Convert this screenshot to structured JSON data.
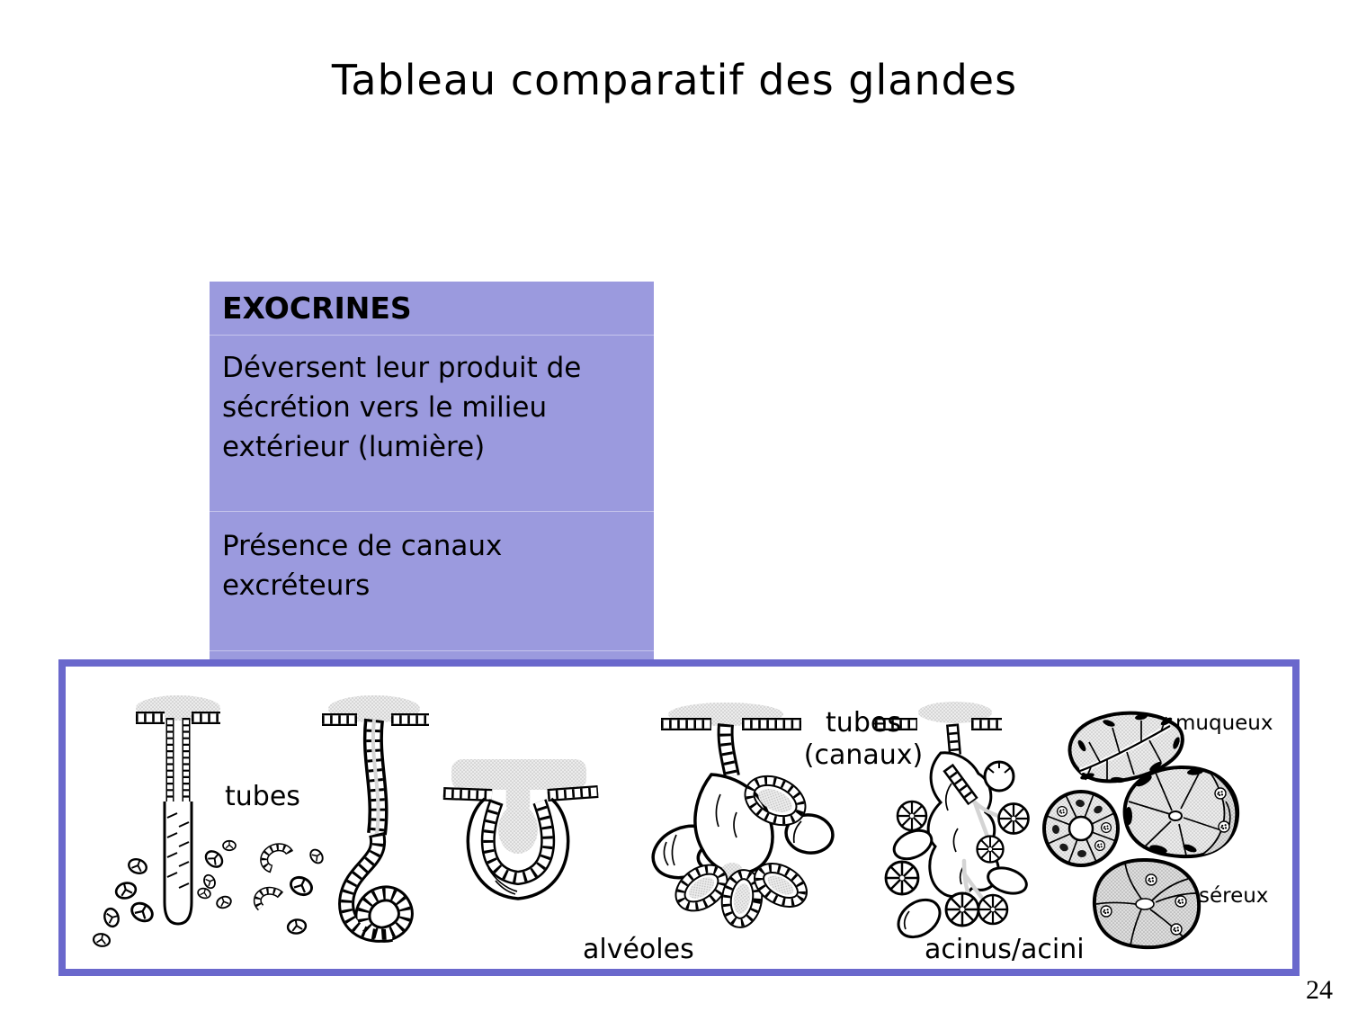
{
  "slide": {
    "title": "Tableau comparatif des glandes",
    "page_number": "24"
  },
  "table": {
    "header": "EXOCRINES",
    "rows": [
      "Déversent leur produit de sécrétion vers le milieu extérieur (lumière)",
      "Présence de canaux excréteurs"
    ],
    "bg_color": "#9b9ade",
    "divider_color": "#c6c5ec"
  },
  "figure": {
    "border_color": "#6a68cc",
    "labels": {
      "tubes": "tubes",
      "tubes_canaux_line1": "tubes",
      "tubes_canaux_line2": "(canaux)",
      "alveoles": "alvéoles",
      "acinus": "acinus/acini",
      "muqueux": "muqueux",
      "sereux": "séreux"
    },
    "illustrations": [
      "simple-tubular-gland",
      "coiled-tubular-gland",
      "single-alveolus",
      "branched-alveolar-gland",
      "acinar-gland",
      "mucous-acinus",
      "cell-ring-cross-section",
      "mixed-acinus",
      "serous-acinus"
    ]
  }
}
